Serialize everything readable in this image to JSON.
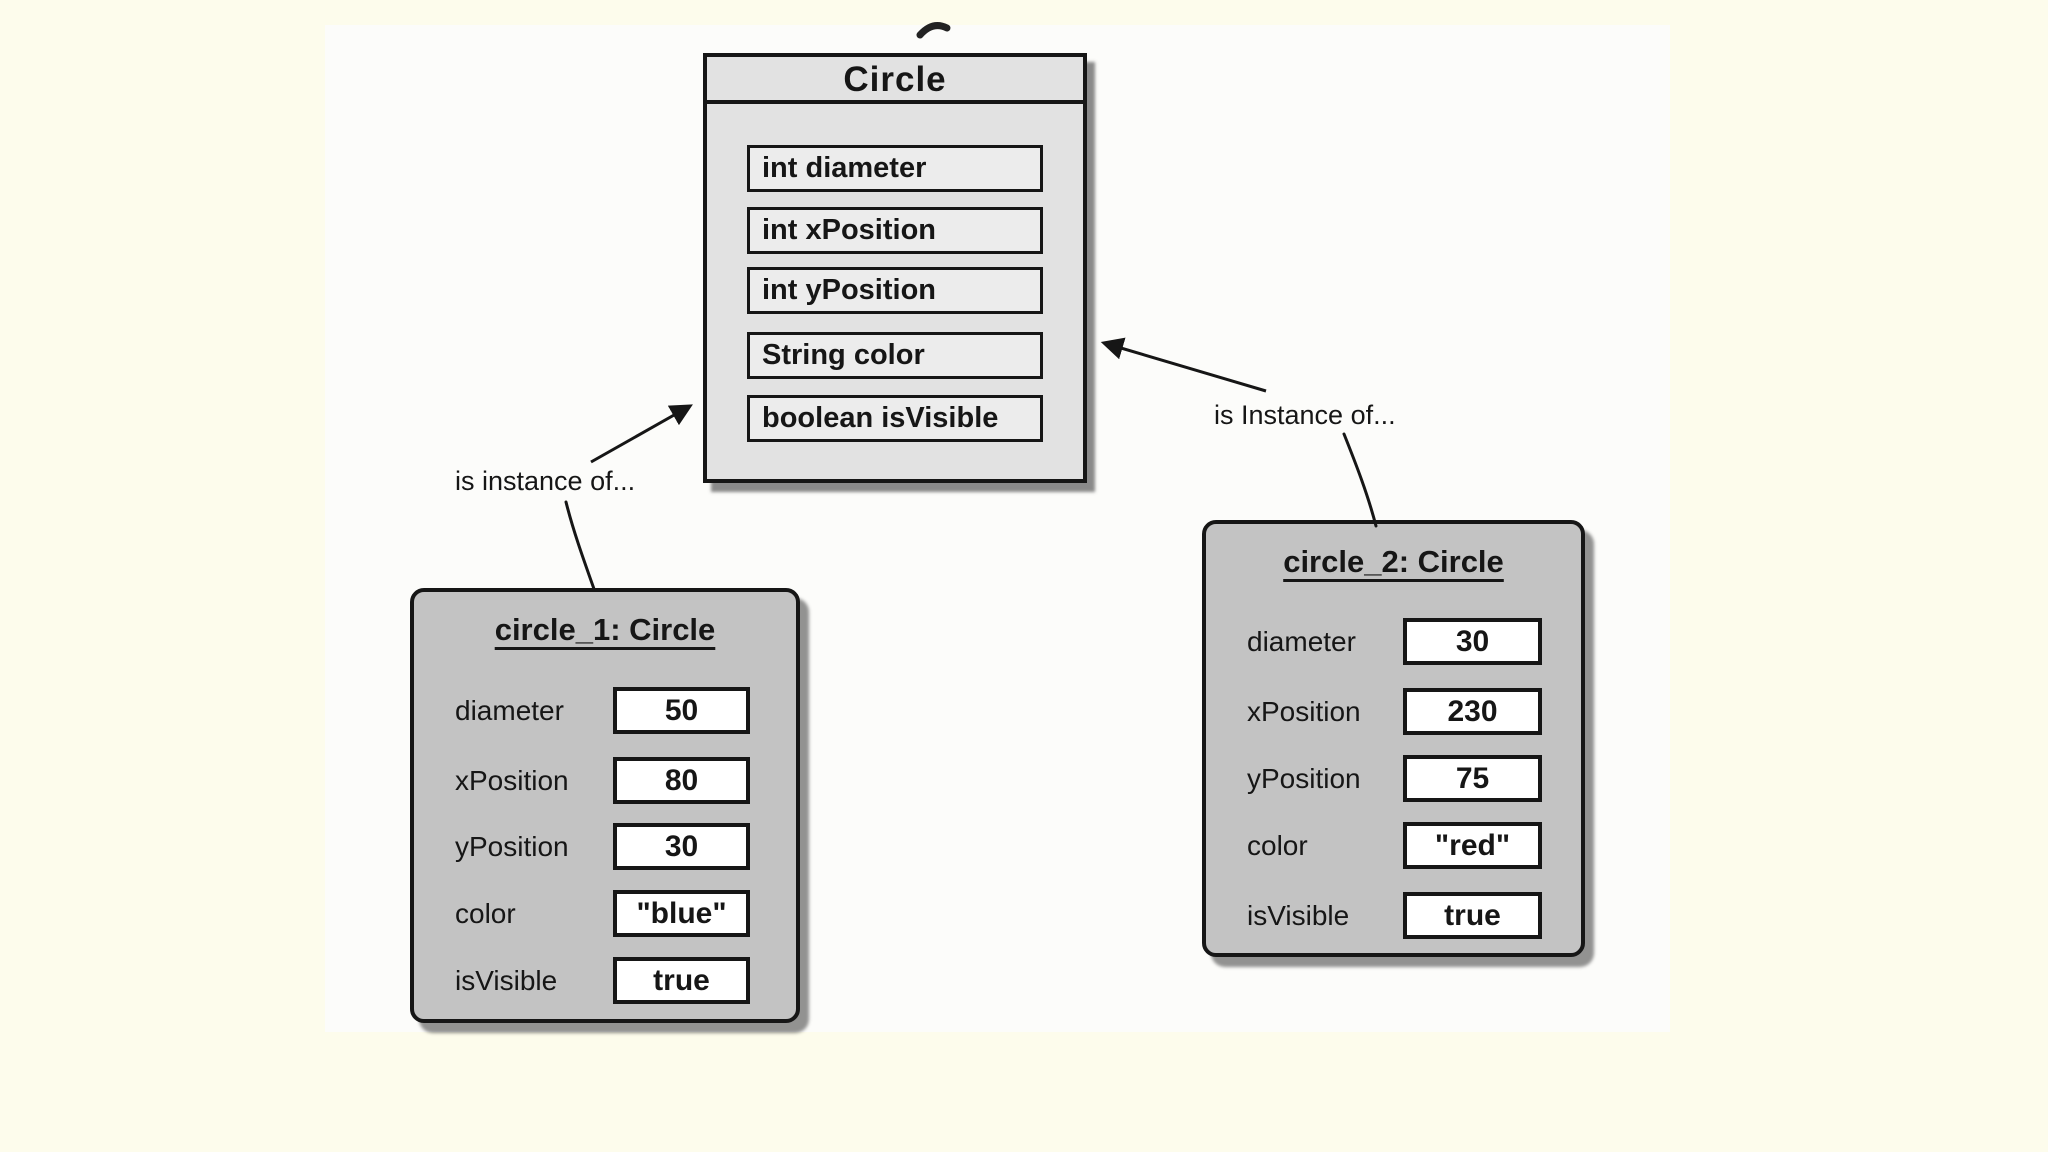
{
  "colors": {
    "page_bg": "#FDFCEC",
    "panel_bg": "#FCFCFA",
    "class_fill": "#E2E2E2",
    "class_field_fill": "#ECECEC",
    "instance_fill": "#C3C3C3",
    "value_fill": "#FFFFFF",
    "line": "#161616"
  },
  "class_box": {
    "title": "Circle",
    "fields": [
      "int diameter",
      "int xPosition",
      "int yPosition",
      "String color",
      "boolean isVisible"
    ]
  },
  "connectors": {
    "left_label": "is instance of...",
    "right_label": "is Instance of..."
  },
  "instances": [
    {
      "title": "circle_1: Circle",
      "rows": [
        {
          "label": "diameter",
          "value": "50"
        },
        {
          "label": "xPosition",
          "value": "80"
        },
        {
          "label": "yPosition",
          "value": "30"
        },
        {
          "label": "color",
          "value": "\"blue\""
        },
        {
          "label": "isVisible",
          "value": "true"
        }
      ]
    },
    {
      "title": "circle_2: Circle",
      "rows": [
        {
          "label": "diameter",
          "value": "30"
        },
        {
          "label": "xPosition",
          "value": "230"
        },
        {
          "label": "yPosition",
          "value": "75"
        },
        {
          "label": "color",
          "value": "\"red\""
        },
        {
          "label": "isVisible",
          "value": "true"
        }
      ]
    }
  ]
}
